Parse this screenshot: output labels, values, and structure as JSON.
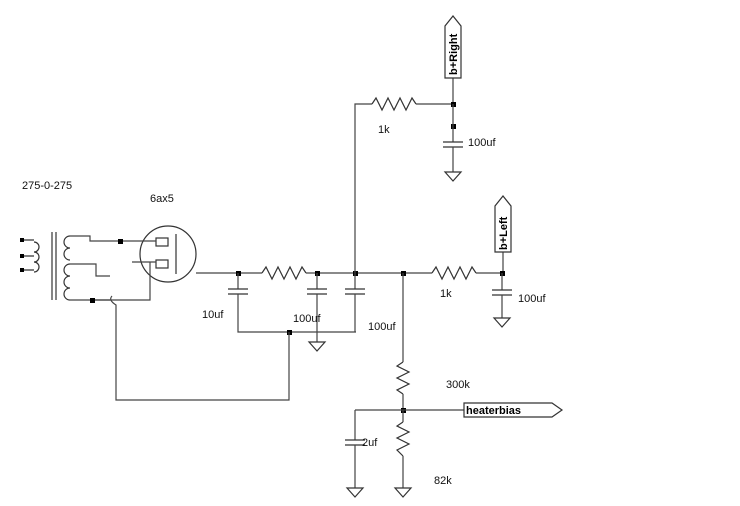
{
  "transformer": {
    "label": "275-0-275"
  },
  "rectifier": {
    "label": "6ax5"
  },
  "filter": {
    "c1_label": "10uf",
    "c2_label": "100uf",
    "c3_label": "100uf"
  },
  "right_branch": {
    "resistor_label": "1k",
    "cap_label": "100uf",
    "net_label": "b+Right"
  },
  "left_branch": {
    "resistor_label": "1k",
    "cap_label": "100uf",
    "net_label": "b+Left"
  },
  "bias": {
    "upper_resistor_label": "300k",
    "lower_resistor_label": "82k",
    "cap_label": "2uf",
    "net_label": "heaterbias"
  }
}
